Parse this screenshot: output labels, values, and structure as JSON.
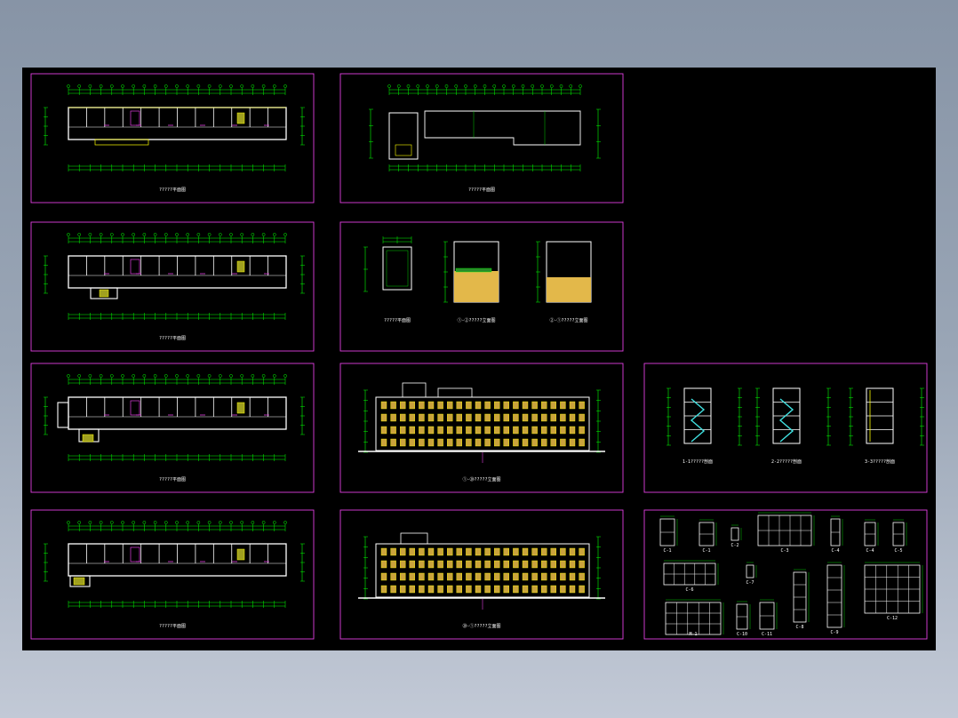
{
  "canvas": {
    "background": "#000000"
  },
  "colors": {
    "frame": "#e040e0",
    "wall": "#ffffff",
    "dimension": "#00ff00",
    "accent": "#ffff00",
    "fill": "#f5c84a"
  },
  "sheets": [
    {
      "id": "plan-1",
      "type": "floor-plan",
      "caption": "?????平面图"
    },
    {
      "id": "plan-2",
      "type": "floor-plan",
      "caption": "?????平面图"
    },
    {
      "id": "plan-3",
      "type": "floor-plan",
      "caption": "?????平面图"
    },
    {
      "id": "plan-4",
      "type": "floor-plan",
      "caption": "?????平面图"
    },
    {
      "id": "roof-plan",
      "type": "roof-plan",
      "caption": "?????平面图"
    },
    {
      "id": "details",
      "type": "detail",
      "captions": [
        "?????平面图",
        "①-②?????立面图",
        "②-①?????立面图"
      ]
    },
    {
      "id": "elev-1",
      "type": "elevation",
      "caption": "①-⑳?????立面图"
    },
    {
      "id": "elev-2",
      "type": "elevation",
      "caption": "⑳-①?????立面图"
    },
    {
      "id": "sections",
      "type": "section",
      "captions": [
        "1-1?????剖面",
        "2-2?????剖面",
        "3-3?????剖面"
      ]
    },
    {
      "id": "windows",
      "type": "door-window",
      "captions": [
        "C-1",
        "C-1",
        "C-2",
        "C-3",
        "C-4",
        "C-4",
        "C-5",
        "C-6",
        "C-7",
        "C-8",
        "C-9",
        "C-12",
        "M-1",
        "C-10",
        "C-11"
      ]
    }
  ]
}
